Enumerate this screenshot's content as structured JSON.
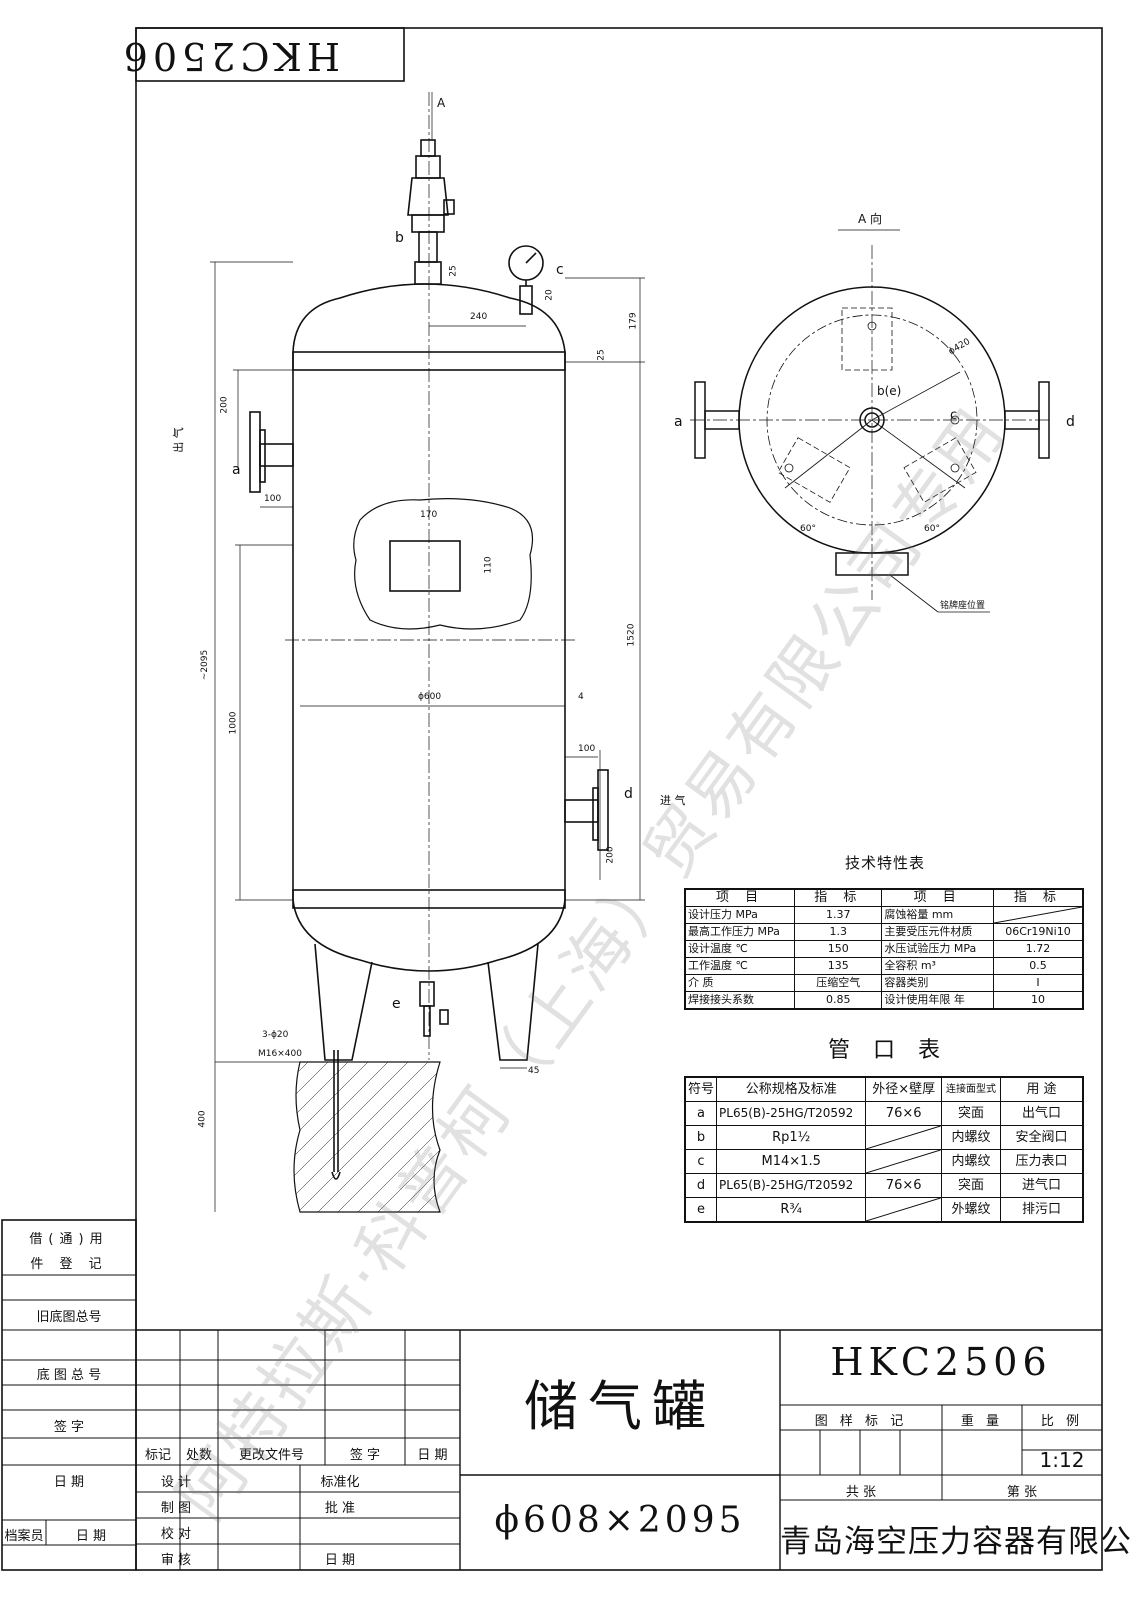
{
  "drawing_number": "HKC2506",
  "title": "储气罐",
  "spec": "ϕ608×2095",
  "company": "青岛海空压力容器有限公司",
  "scale": "1:12",
  "watermark": "阿特拉斯·科普柯（上海）贸易有限公司专用",
  "view_label": "A 向",
  "arrow_label": "A",
  "labels": {
    "outlet": "出 气",
    "inlet": "进 气",
    "saddle_note": "铭牌座位置",
    "anchor1": "3-ϕ20",
    "anchor2": "M16×400"
  },
  "nozzle_letters": {
    "a": "a",
    "b": "b",
    "c": "c",
    "d": "d",
    "e": "e",
    "be": "b(e)"
  },
  "dimensions": {
    "total_height": "~2095",
    "d240": "240",
    "d179": "179",
    "d25a": "25",
    "d20": "20",
    "d25b": "25",
    "d200a": "200",
    "d100a": "100",
    "d170": "170",
    "d110": "110",
    "d1520": "1520",
    "d1000": "1000",
    "dia600": "ϕ600",
    "thk4": "4",
    "d100b": "100",
    "d200b": "200",
    "d45": "45",
    "d400": "400",
    "dia420": "ϕ420",
    "ang60a": "60°",
    "ang60b": "60°"
  },
  "tech_table": {
    "title": "技术特性表",
    "headers": [
      "项 目",
      "指 标",
      "项 目",
      "指 标"
    ],
    "rows": [
      [
        "设计压力  MPa",
        "1.37",
        "腐蚀裕量  mm",
        ""
      ],
      [
        "最高工作压力 MPa",
        "1.3",
        "主要受压元件材质",
        "06Cr19Ni10"
      ],
      [
        "设计温度  ℃",
        "150",
        "水压试验压力 MPa",
        "1.72"
      ],
      [
        "工作温度  ℃",
        "135",
        "全容积   m³",
        "0.5"
      ],
      [
        "介  质",
        "压缩空气",
        "容器类别",
        "I"
      ],
      [
        "焊接接头系数",
        "0.85",
        "设计使用年限  年",
        "10"
      ]
    ]
  },
  "pipe_table": {
    "title": "管 口 表",
    "headers": [
      "符号",
      "公称规格及标准",
      "外径×壁厚",
      "连接面型式",
      "用 途"
    ],
    "rows": [
      [
        "a",
        "PL65(B)-25HG/T20592",
        "76×6",
        "突面",
        "出气口"
      ],
      [
        "b",
        "Rp1½",
        "",
        "内螺纹",
        "安全阀口"
      ],
      [
        "c",
        "M14×1.5",
        "",
        "内螺纹",
        "压力表口"
      ],
      [
        "d",
        "PL65(B)-25HG/T20592",
        "76×6",
        "突面",
        "进气口"
      ],
      [
        "e",
        "R¾",
        "",
        "外螺纹",
        "排污口"
      ]
    ]
  },
  "left_column": {
    "item1": "借(通)用",
    "item1b": "件 登 记",
    "item2": "旧底图总号",
    "item3": "底 图 总 号",
    "item4": "签  字",
    "item5": "日  期",
    "item6a": "档案员",
    "item6b": "日 期"
  },
  "title_block": {
    "col_mark": "标记",
    "col_count": "处数",
    "col_doc": "更改文件号",
    "col_sign": "签 字",
    "col_date": "日 期",
    "design": "设 计",
    "draw": "制 图",
    "check": "校 对",
    "review": "审 核",
    "standard": "标准化",
    "approve": "批 准",
    "date": "日 期",
    "pattern_mark": "图 样 标 记",
    "weight": "重 量",
    "scale_label": "比 例",
    "total_sheets": "共   张",
    "sheet_no": "第   张"
  }
}
